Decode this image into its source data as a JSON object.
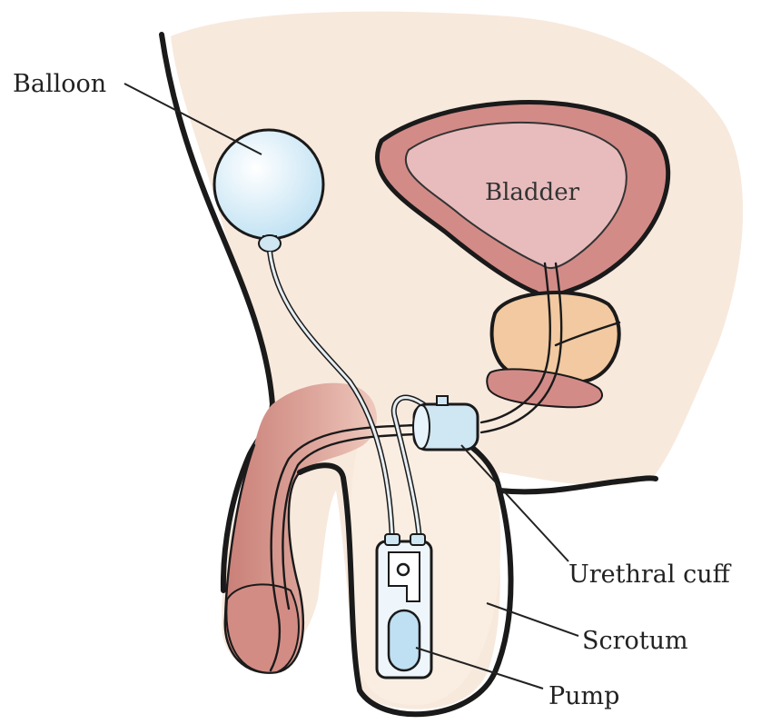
{
  "labels": {
    "balloon": "Balloon",
    "bladder": "Bladder",
    "urethral_cuff": "Urethral cuff",
    "scrotum": "Scrotum",
    "pump": "Pump"
  },
  "colors": {
    "skin": "#f8e9dd",
    "balloon": "#d7eef9",
    "bladder_wall": "#d38b88",
    "bladder_inner": "#e8bcbd",
    "prostate": "#f2c9a0",
    "penis": "#d9988e",
    "device": "#cfe6f3",
    "outline": "#1a1a1a"
  }
}
